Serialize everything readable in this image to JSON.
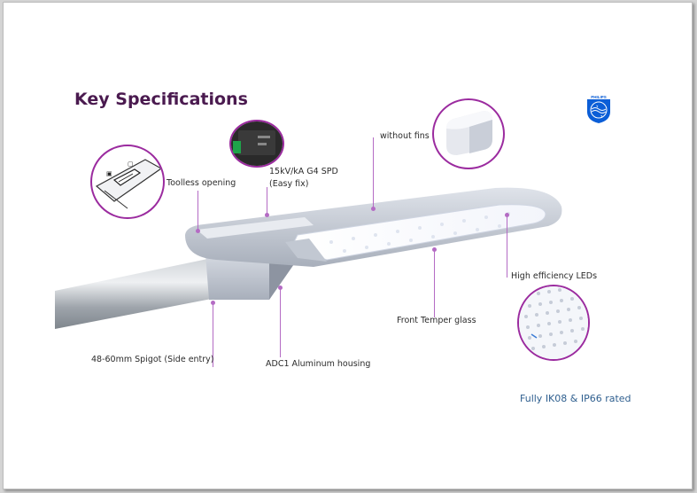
{
  "title": "Key Specifications",
  "brand": {
    "name": "PHILIPS",
    "color": "#0b5ed7"
  },
  "callouts": {
    "toolless": "Toolless opening",
    "spd_line1": "15kV/kA G4 SPD",
    "spd_line2": "(Easy fix)",
    "fins": "without fins",
    "leds": "High efficiency LEDs",
    "glass": "Front Temper glass",
    "spigot": "48-60mm Spigot (Side entry)",
    "housing": "ADC1 Aluminum housing"
  },
  "rating": "Fully IK08 & IP66 rated",
  "colors": {
    "title": "#4a1a4f",
    "accent": "#9b2b9f",
    "rating": "#2f5f8f"
  }
}
